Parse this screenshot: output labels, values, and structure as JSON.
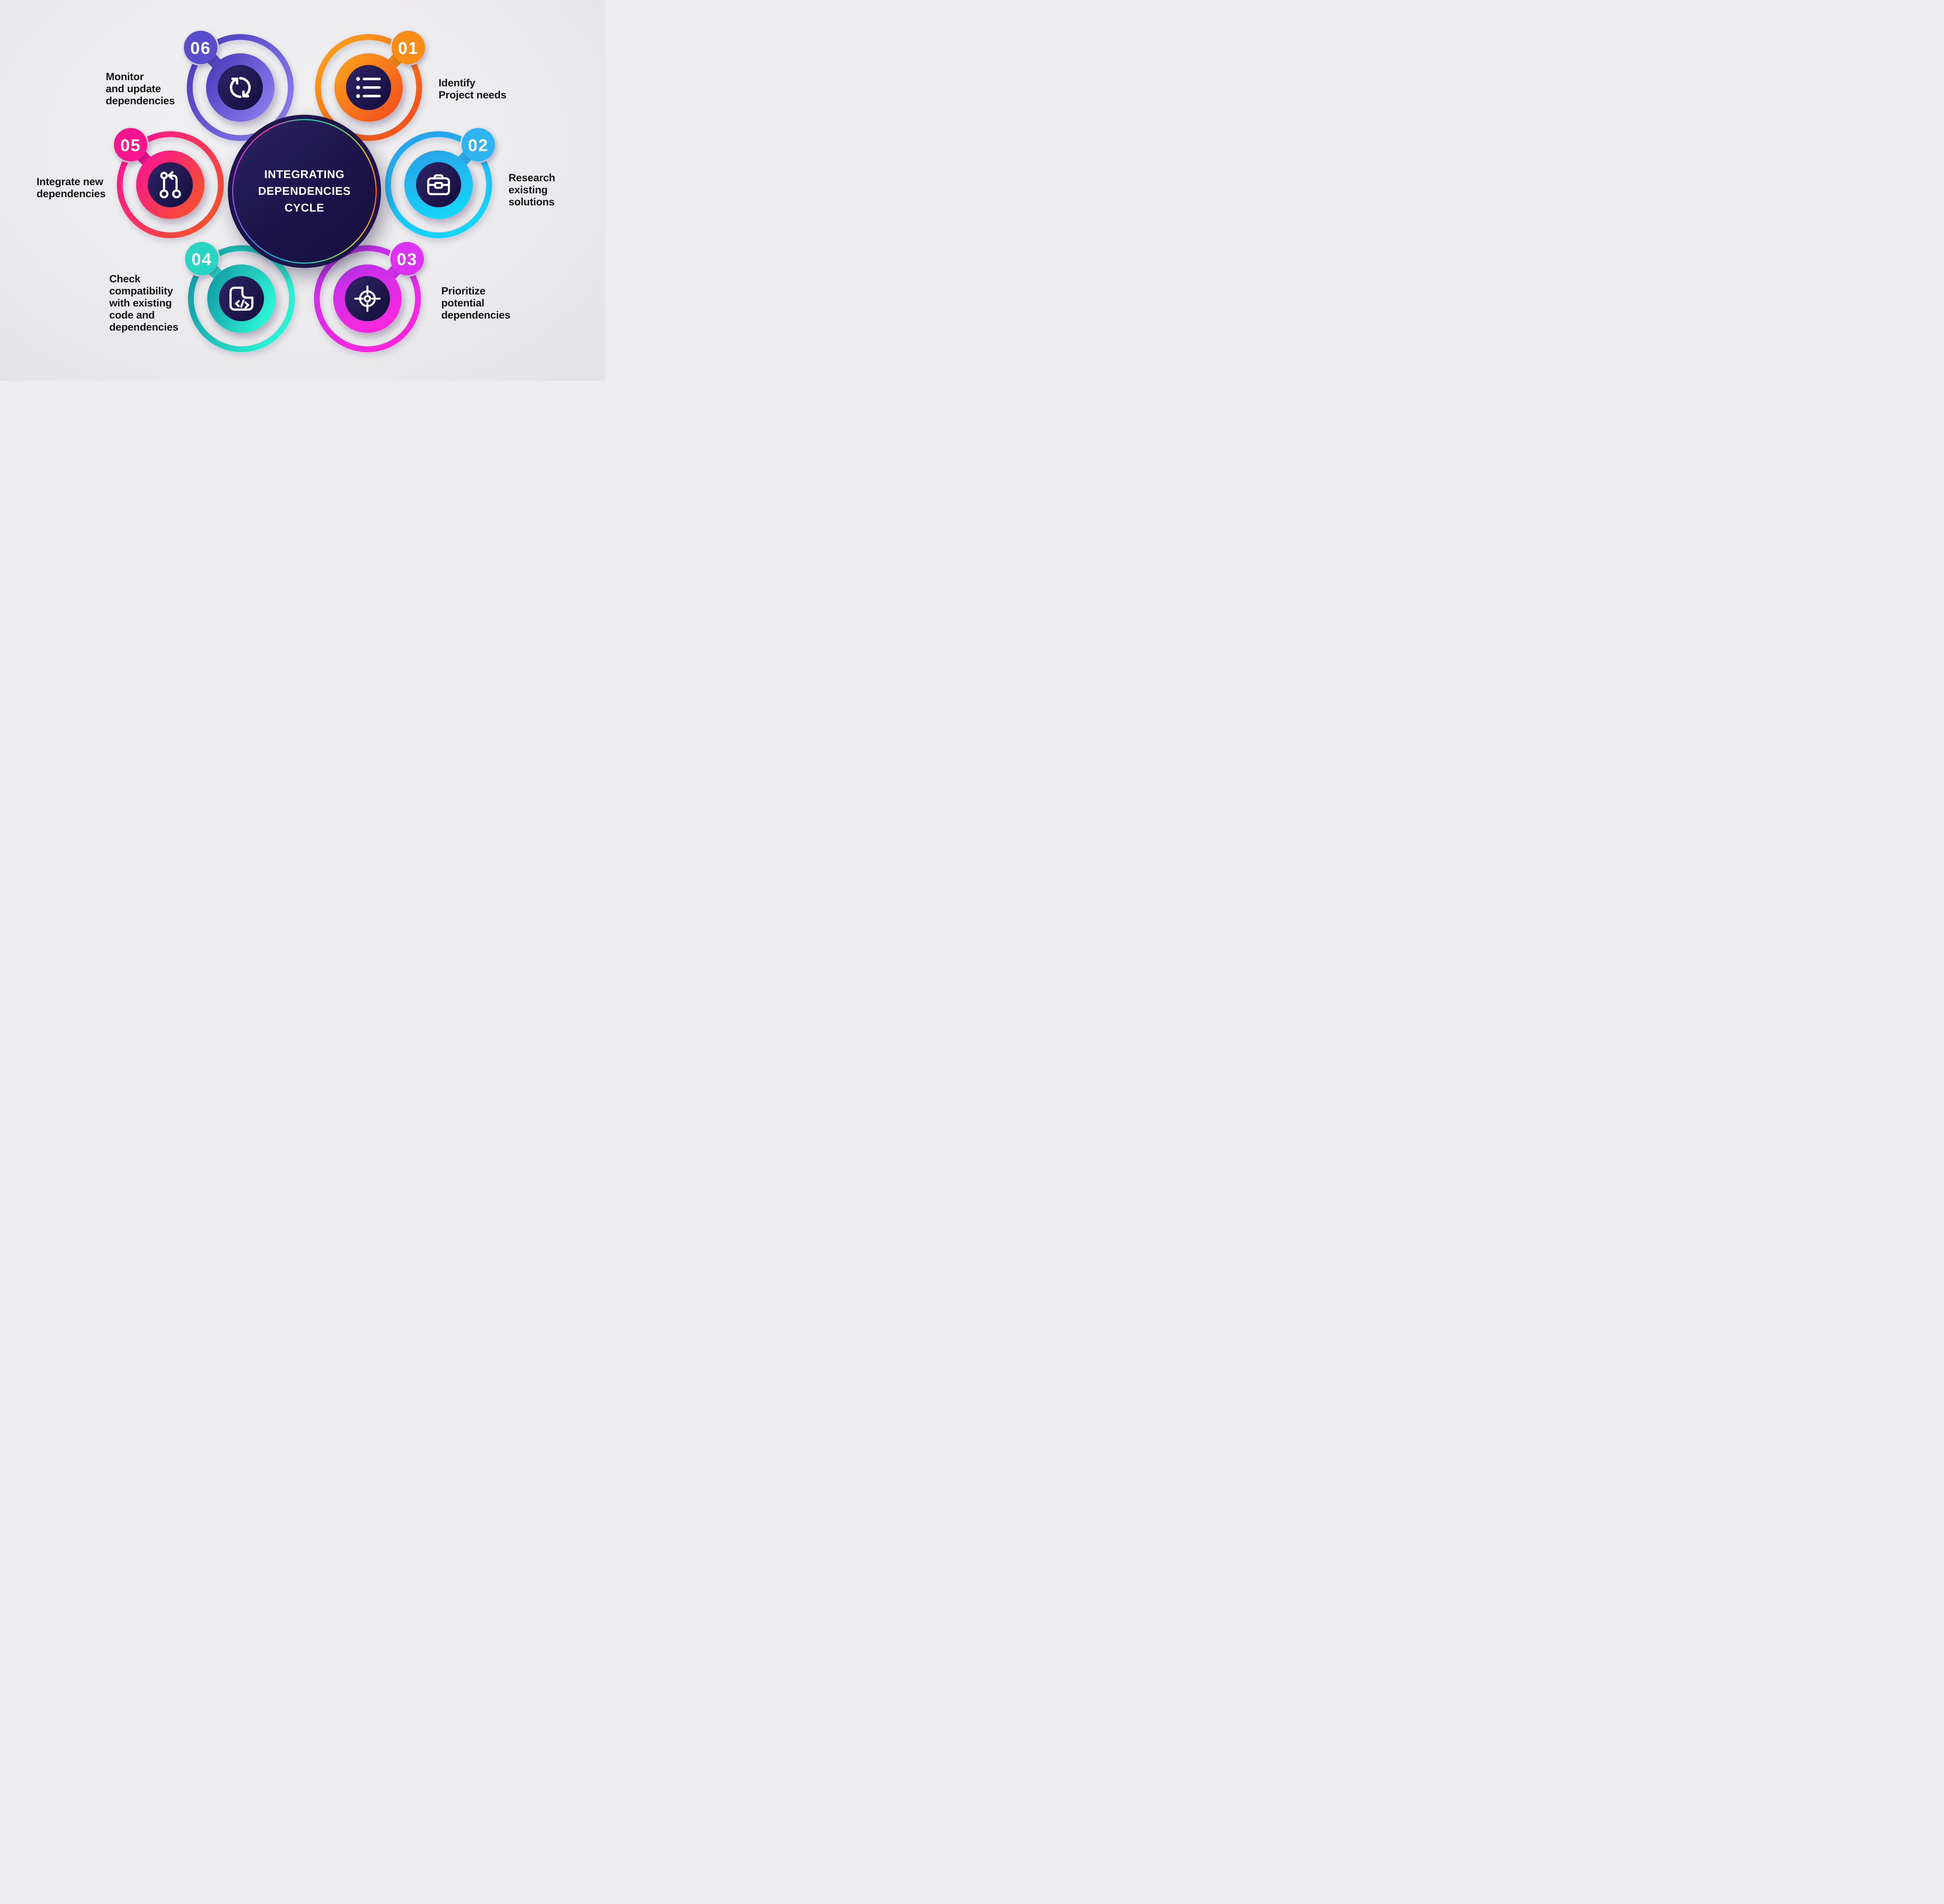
{
  "title": "INTEGRATING DEPENDENCIES CYCLE",
  "background_color": "#ECEBED",
  "center_fill": "#1D1549",
  "label_text_color": "#151515",
  "steps": [
    {
      "number": "01",
      "label": "Identify Project needs",
      "label_lines": [
        "Identify",
        "Project needs"
      ],
      "icon": "list-icon",
      "color_start": "#FBA81C",
      "color_end": "#F3461E",
      "badge_color": "#F78C17"
    },
    {
      "number": "02",
      "label": "Research existing solutions",
      "label_lines": [
        "Research",
        "existing",
        "solutions"
      ],
      "icon": "briefcase-icon",
      "color_start": "#2B9FE8",
      "color_end": "#15D3F8",
      "badge_color": "#2FB4F2"
    },
    {
      "number": "03",
      "label": "Prioritize potential dependencies",
      "label_lines": [
        "Prioritize",
        "potential",
        "dependencies"
      ],
      "icon": "target-icon",
      "color_start": "#B832F1",
      "color_end": "#FA28DE",
      "badge_color": "#DC33F2"
    },
    {
      "number": "04",
      "label": "Check compatibility with existing code and dependencies",
      "label_lines": [
        "Check",
        "compatibility",
        "with existing",
        "code and",
        "dependencies"
      ],
      "icon": "code-file-icon",
      "color_start": "#12939F",
      "color_end": "#2BF1D4",
      "badge_color": "#2BD4C3"
    },
    {
      "number": "05",
      "label": "Integrate new dependencies",
      "label_lines": [
        "Integrate new",
        "dependencies"
      ],
      "icon": "git-branch-icon",
      "color_start": "#FD0F9E",
      "color_end": "#F5522B",
      "badge_color": "#F8128E"
    },
    {
      "number": "06",
      "label": "Monitor and update dependencies",
      "label_lines": [
        "Monitor",
        "and update",
        "dependencies"
      ],
      "icon": "sync-icon",
      "color_start": "#4B3ABC",
      "color_end": "#8C7FEE",
      "badge_color": "#5A4ECC"
    }
  ]
}
